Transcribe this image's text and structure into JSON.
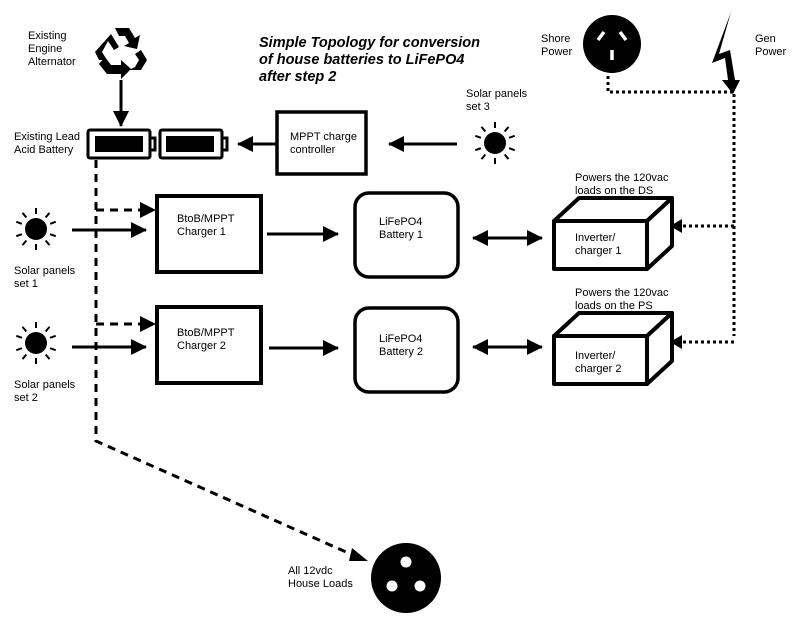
{
  "title": "Simple Topology for  conversion\nof house batteries to LiFePO4\nafter step 2",
  "colors": {
    "foreground": "#000000",
    "background": "#ffffff"
  },
  "nodes": {
    "alternator": {
      "label": "Existing\nEngine\nAlternator",
      "icon": "recycle-icon"
    },
    "lead_acid_battery": {
      "label": "Existing Lead\nAcid Battery",
      "icon": "battery-icon"
    },
    "mppt_controller": {
      "label": "MPPT charge\ncontroller"
    },
    "solar_set_3": {
      "label": "Solar panels\nset 3",
      "icon": "sun-icon"
    },
    "shore_power": {
      "label": "Shore\nPower",
      "icon": "outlet-icon"
    },
    "gen_power": {
      "label": "Gen\nPower",
      "icon": "lightning-icon"
    },
    "solar_set_1": {
      "label": "Solar panels\nset 1",
      "icon": "sun-icon"
    },
    "solar_set_2": {
      "label": "Solar panels\nset 2",
      "icon": "sun-icon"
    },
    "charger_1": {
      "label": "BtoB/MPPT\nCharger 1"
    },
    "charger_2": {
      "label": "BtoB/MPPT\nCharger 2"
    },
    "lifepo4_1": {
      "label": "LiFePO4\nBattery 1"
    },
    "lifepo4_2": {
      "label": "LiFePO4\nBattery 2"
    },
    "inverter_1": {
      "label": "Inverter/\ncharger 1",
      "note": "Powers the 120vac\nloads on the DS"
    },
    "inverter_2": {
      "label": "Inverter/\ncharger 2",
      "note": "Powers the 120vac\nloads on the PS"
    },
    "house_loads": {
      "label": "All 12vdc\nHouse Loads",
      "icon": "dc-socket-icon"
    }
  },
  "edges": [
    {
      "from": "alternator",
      "to": "lead_acid_battery",
      "style": "solid"
    },
    {
      "from": "mppt_controller",
      "to": "lead_acid_battery",
      "style": "solid"
    },
    {
      "from": "solar_set_3",
      "to": "mppt_controller",
      "style": "solid"
    },
    {
      "from": "lead_acid_battery",
      "to": "charger_1",
      "style": "dashed"
    },
    {
      "from": "lead_acid_battery",
      "to": "charger_2",
      "style": "dashed"
    },
    {
      "from": "lead_acid_battery",
      "to": "house_loads",
      "style": "dashed"
    },
    {
      "from": "solar_set_1",
      "to": "charger_1",
      "style": "solid"
    },
    {
      "from": "solar_set_2",
      "to": "charger_2",
      "style": "solid"
    },
    {
      "from": "charger_1",
      "to": "lifepo4_1",
      "style": "solid"
    },
    {
      "from": "charger_2",
      "to": "lifepo4_2",
      "style": "solid"
    },
    {
      "from": "lifepo4_1",
      "to": "inverter_1",
      "style": "solid-bidirectional"
    },
    {
      "from": "lifepo4_2",
      "to": "inverter_2",
      "style": "solid-bidirectional"
    },
    {
      "from": "shore_power",
      "to": "inverter_1",
      "style": "dotted"
    },
    {
      "from": "gen_power",
      "to": "inverter_1",
      "style": "dotted"
    },
    {
      "from": "shore_power",
      "to": "inverter_2",
      "style": "dotted"
    },
    {
      "from": "gen_power",
      "to": "inverter_2",
      "style": "dotted"
    }
  ]
}
